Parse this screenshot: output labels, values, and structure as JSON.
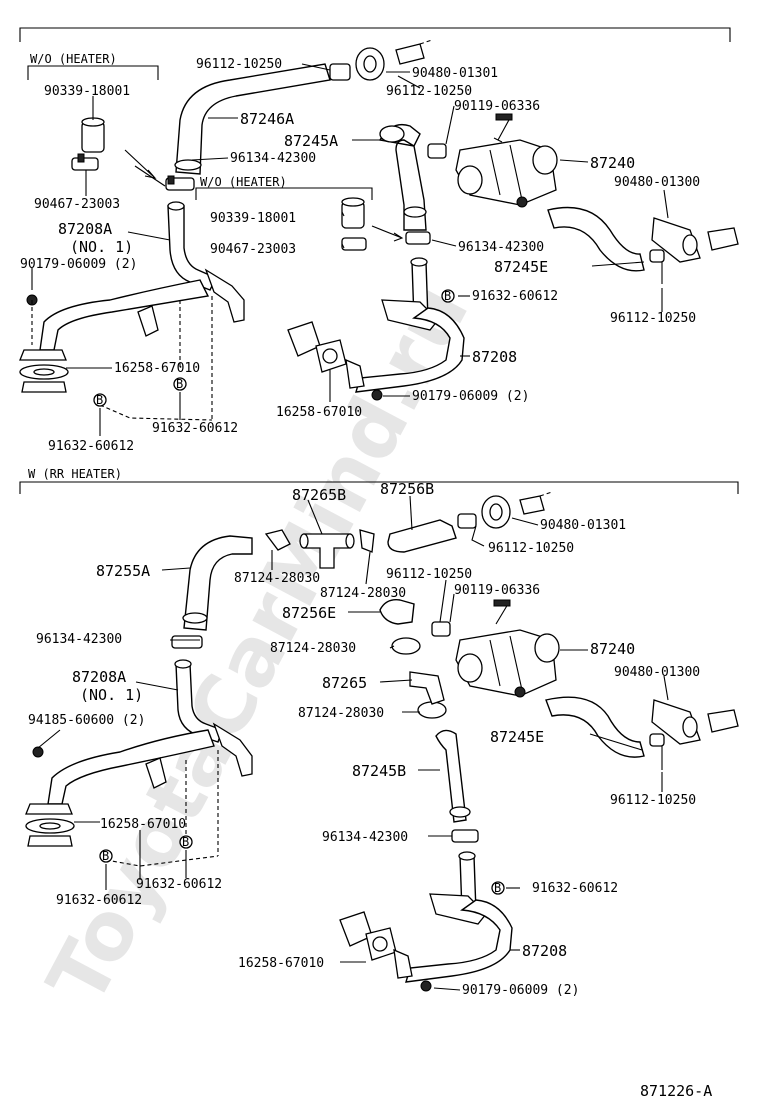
{
  "watermark": "ToyotaCarMind.ru",
  "figure_code": "871226-A",
  "sections": {
    "top_label": "W/O (HEATER)",
    "inset_label": "W/O (HEATER)",
    "bottom_label": "W (RR HEATER)"
  },
  "top": {
    "c_96112_10250_a": "96112-10250",
    "c_90480_01301": "90480-01301",
    "c_96112_10250_b": "96112-10250",
    "c_90119_06336": "90119-06336",
    "c_87246A": "87246A",
    "c_87245A": "87245A",
    "c_87240": "87240",
    "c_96134_42300_a": "96134-42300",
    "c_90480_01300": "90480-01300",
    "c_90339_18001_a": "90339-18001",
    "c_90467_23003_a": "90467-23003",
    "c_90339_18001_b": "90339-18001",
    "c_90467_23003_b": "90467-23003",
    "c_96134_42300_b": "96134-42300",
    "c_87245E": "87245E",
    "c_87208A": "87208A",
    "c_no1": "(NO. 1)",
    "c_90179_06009_a": "90179-06009 (2)",
    "c_91632_60612_a": "91632-60612",
    "c_96112_10250_c": "96112-10250",
    "c_87208": "87208",
    "c_16258_67010_a": "16258-67010",
    "c_90179_06009_b": "90179-06009 (2)",
    "c_16258_67010_b": "16258-67010",
    "c_91632_60612_b": "91632-60612",
    "c_91632_60612_c": "91632-60612"
  },
  "bottom": {
    "c_87265B": "87265B",
    "c_87256B": "87256B",
    "c_90480_01301": "90480-01301",
    "c_96112_10250_a": "96112-10250",
    "c_87255A": "87255A",
    "c_87124_28030_a": "87124-28030",
    "c_87124_28030_b": "87124-28030",
    "c_96112_10250_b": "96112-10250",
    "c_90119_06336": "90119-06336",
    "c_87256E": "87256E",
    "c_96134_42300_a": "96134-42300",
    "c_87240": "87240",
    "c_87124_28030_c": "87124-28030",
    "c_90480_01300": "90480-01300",
    "c_87208A": "87208A",
    "c_no1": "(NO. 1)",
    "c_87265": "87265",
    "c_87124_28030_d": "87124-28030",
    "c_94185_60600": "94185-60600 (2)",
    "c_87245E": "87245E",
    "c_87245B": "87245B",
    "c_96112_10250_c": "96112-10250",
    "c_16258_67010_a": "16258-67010",
    "c_96134_42300_b": "96134-42300",
    "c_91632_60612_a": "91632-60612",
    "c_91632_60612_b": "91632-60612",
    "c_91632_60612_c": "91632-60612",
    "c_87208": "87208",
    "c_16258_67010_b": "16258-67010",
    "c_90179_06009": "90179-06009 (2)"
  },
  "marker_letter": "B"
}
